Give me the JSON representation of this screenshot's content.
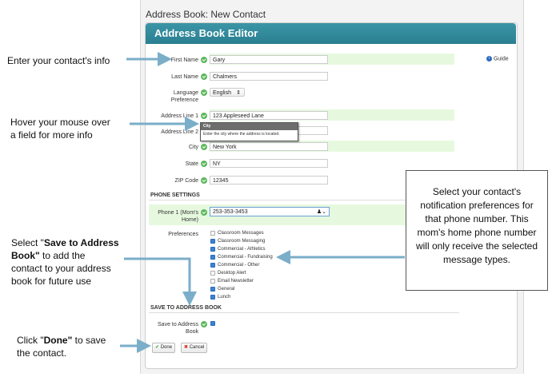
{
  "window": {
    "title": "Address Book: New Contact"
  },
  "editor": {
    "header": "Address Book Editor",
    "guide_label": "Guide"
  },
  "fields": {
    "first_name": {
      "label": "First Name",
      "value": "Gary"
    },
    "last_name": {
      "label": "Last Name",
      "value": "Chalmers"
    },
    "language": {
      "label_line1": "Language",
      "label_line2": "Preference",
      "value": "English",
      "arrows": "⇕"
    },
    "address1": {
      "label": "Address Line 1",
      "value": "123 Appleseed Lane"
    },
    "address2": {
      "label": "Address Line 2",
      "value": ""
    },
    "city": {
      "label": "City",
      "value": "New York"
    },
    "state": {
      "label": "State",
      "value": "NY"
    },
    "zip": {
      "label": "ZIP Code",
      "value": "12345"
    }
  },
  "tooltip": {
    "title": "City",
    "text": "Enter the city where the address is located."
  },
  "phone_settings": {
    "heading": "PHONE SETTINGS",
    "phone1": {
      "label_line1": "Phone 1 (Mom's",
      "label_line2": "Home)",
      "value": "253-353-3453"
    },
    "preferences_label": "Preferences",
    "preferences": [
      {
        "label": "Classroom Messages",
        "checked": false
      },
      {
        "label": "Classroom Messaging",
        "checked": true
      },
      {
        "label": "Commercial - Athletics",
        "checked": true
      },
      {
        "label": "Commercial - Fundraising",
        "checked": true
      },
      {
        "label": "Commercial - Other",
        "checked": true
      },
      {
        "label": "Desktop Alert",
        "checked": false
      },
      {
        "label": "Email Newsletter",
        "checked": false
      },
      {
        "label": "General",
        "checked": true
      },
      {
        "label": "Lunch",
        "checked": true
      }
    ]
  },
  "save_section": {
    "heading": "SAVE TO ADDRESS BOOK",
    "label_line1": "Save to Address",
    "label_line2": "Book",
    "checked": true
  },
  "buttons": {
    "done": "Done",
    "cancel": "Cancel"
  },
  "annotations": {
    "enter_info": "Enter your contact's info",
    "hover_line1": "Hover your mouse over",
    "hover_line2": "a field for more info",
    "save_line1_pre": "Select \"",
    "save_line1_bold": "Save to Address",
    "save_line2_bold": "Book\"",
    "save_line2_post": " to add the",
    "save_line3": "contact to your address",
    "save_line4": "book for future use",
    "done_pre": "Click \"",
    "done_bold": "Done\"",
    "done_post": " to save",
    "done_line2": "the contact.",
    "callout": "Select your contact's notification preferences for that phone number. This mom's home phone number will only receive the selected message types."
  },
  "colors": {
    "header": "#2f8798",
    "green_band": "#e6f9df",
    "check": "#5cb85c",
    "checkbox_on": "#3b82d6"
  }
}
